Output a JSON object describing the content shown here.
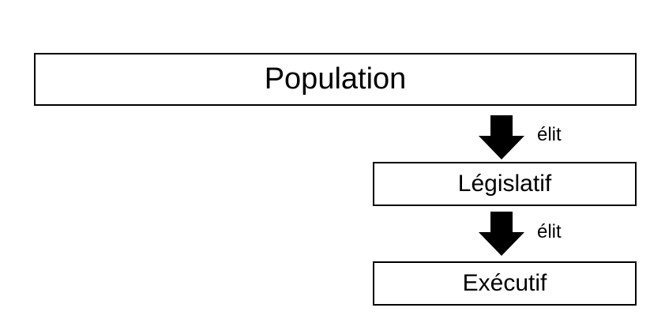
{
  "diagram": {
    "nodes": [
      {
        "id": "population",
        "label": "Population"
      },
      {
        "id": "legislatif",
        "label": "Législatif"
      },
      {
        "id": "executif",
        "label": "Exécutif"
      }
    ],
    "edges": [
      {
        "from": "population",
        "to": "legislatif",
        "label": "élit"
      },
      {
        "from": "legislatif",
        "to": "executif",
        "label": "élit"
      }
    ],
    "colors": {
      "stroke": "#000000",
      "fill": "#ffffff",
      "arrow": "#000000"
    }
  }
}
